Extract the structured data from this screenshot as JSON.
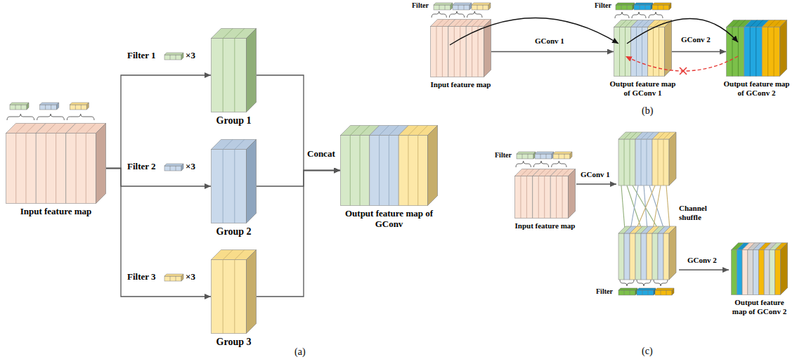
{
  "diagram": {
    "nodes": [
      {
        "text": [
          "Input feature map"
        ]
      },
      {
        "text": [
          "Group 1"
        ]
      },
      {
        "text": [
          "Group 2"
        ]
      },
      {
        "text": [
          "Group 3"
        ]
      },
      {
        "text": [
          "Output feature map of GConv"
        ]
      },
      {
        "text": [
          "Input feature map"
        ]
      },
      {
        "text": [
          "Output feature map of GConv 1"
        ]
      },
      {
        "text": [
          "Output feature map of GConv 2"
        ]
      },
      {
        "text": [
          "Input feature map"
        ]
      },
      {
        "text": [
          "Output feature map of GConv 2"
        ]
      }
    ],
    "edges": [
      {
        "from": 0,
        "to": 1,
        "arrow": "to",
        "label": "Filter 1"
      },
      {
        "from": 0,
        "to": 2,
        "arrow": "to",
        "label": "Filter 2"
      },
      {
        "from": 0,
        "to": 3,
        "arrow": "to",
        "label": "Filter 3"
      },
      {
        "from": 1,
        "to": 4,
        "arrow": "to"
      },
      {
        "from": 2,
        "to": 4,
        "arrow": "to",
        "label": "Concat"
      },
      {
        "from": 3,
        "to": 4,
        "arrow": "to"
      },
      {
        "from": 5,
        "to": 6,
        "arrow": "to",
        "label": "GConv 1"
      },
      {
        "from": 6,
        "to": 7,
        "arrow": "to",
        "label": "GConv 2"
      }
    ],
    "labels": [
      "×3",
      "×3",
      "×3",
      "(a)",
      "Filter",
      "Filter",
      "(b)",
      "Filter",
      "GConv 1",
      "Channel shuffle",
      "Filter",
      "GConv 2",
      "(c)"
    ]
  }
}
